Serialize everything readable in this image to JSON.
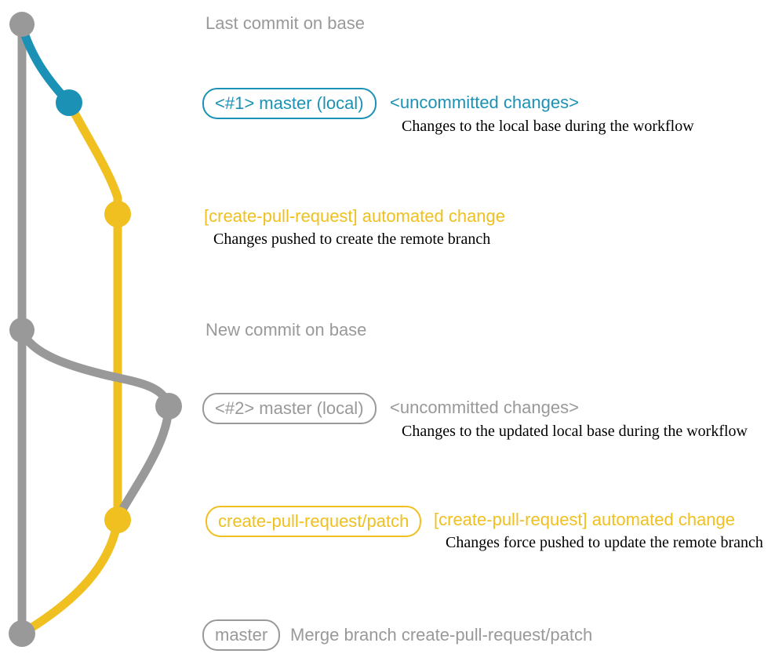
{
  "colors": {
    "gray": "#999999",
    "blue": "#1B92B5",
    "yellow": "#EFC01F",
    "ink": "#000000"
  },
  "rows": {
    "last_commit": {
      "label": "Last commit on base"
    },
    "master_local_1": {
      "box_label": "<#1> master (local)",
      "status": "<uncommitted changes>",
      "description": "Changes to the local base during the workflow"
    },
    "automated_change_1": {
      "label": "[create-pull-request] automated change",
      "description": "Changes pushed to create the remote branch"
    },
    "new_commit": {
      "label": "New commit on base"
    },
    "master_local_2": {
      "box_label": "<#2> master (local)",
      "status": "<uncommitted changes>",
      "description": "Changes to the updated local base during the workflow"
    },
    "automated_change_2": {
      "box_label": "create-pull-request/patch",
      "label": "[create-pull-request] automated change",
      "description": "Changes force pushed to update the remote branch"
    },
    "merge": {
      "box_label": "master",
      "label": "Merge branch create-pull-request/patch"
    }
  },
  "graph": {
    "branches": [
      {
        "name": "base",
        "color": "gray"
      },
      {
        "name": "master (local)",
        "color": "blue"
      },
      {
        "name": "create-pull-request/patch",
        "color": "yellow"
      }
    ],
    "commits": [
      {
        "name": "last-commit-on-base",
        "color": "gray"
      },
      {
        "name": "uncommitted-changes-1",
        "color": "blue"
      },
      {
        "name": "automated-change-1",
        "color": "yellow"
      },
      {
        "name": "new-commit-on-base",
        "color": "gray"
      },
      {
        "name": "uncommitted-changes-2",
        "color": "gray"
      },
      {
        "name": "automated-change-2",
        "color": "yellow"
      },
      {
        "name": "merge-commit",
        "color": "gray"
      }
    ]
  }
}
